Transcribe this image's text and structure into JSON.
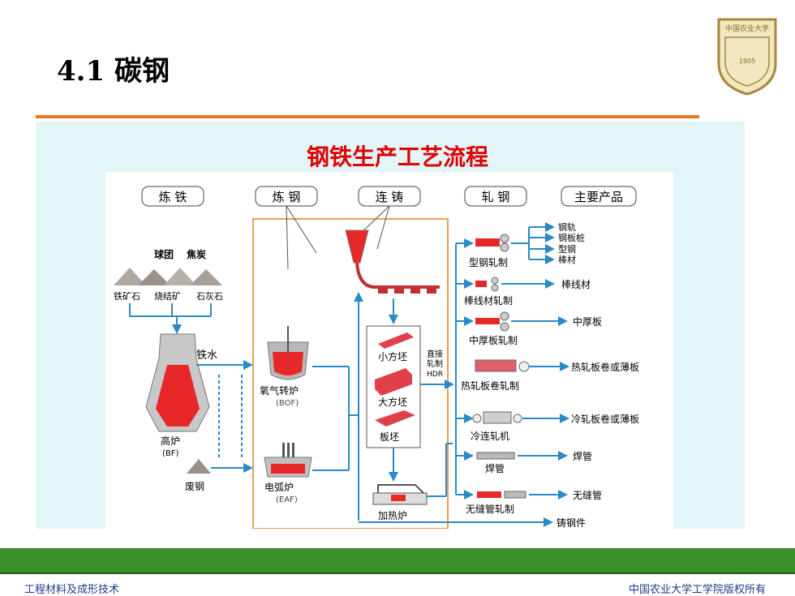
{
  "slide": {
    "title": "4.1 碳钢",
    "diagram_title": "钢铁生产工艺流程",
    "footer_left": "工程材料及成形技术",
    "footer_right": "中国农业大学工学院版权所有"
  },
  "logo": {
    "text": "中国农业大学",
    "year": "1905"
  },
  "stages": [
    "炼 铁",
    "炼 钢",
    "连 铸",
    "轧 钢",
    "主要产品"
  ],
  "raw_materials": {
    "top": [
      "球团",
      "焦炭"
    ],
    "bottom": [
      "铁矿石",
      "烧结矿",
      "石灰石"
    ]
  },
  "furnaces": {
    "iron_water": "铁水",
    "bf_label": "高炉",
    "bf_abbr": "(BF)",
    "scrap": "废钢",
    "bof_label": "氧气转炉",
    "bof_abbr": "(BOF)",
    "eaf_label": "电弧炉",
    "eaf_abbr": "(EAF)"
  },
  "casting": {
    "billet": "小方坯",
    "bloom": "大方坯",
    "slab": "板坯",
    "direct_rolling": [
      "直接",
      "轧制"
    ],
    "hdr": "HDR",
    "reheat": "加热炉"
  },
  "rolling": [
    "型钢轧制",
    "棒线材轧制",
    "中厚板轧制",
    "热轧板卷轧制",
    "冷连轧机",
    "焊管",
    "无缝管轧制"
  ],
  "products": {
    "section": [
      "钢轨",
      "钢板桩",
      "型钢",
      "棒材"
    ],
    "others": [
      "棒线材",
      "中厚板",
      "热轧板卷或薄板",
      "冷轧板卷或薄板",
      "焊管",
      "无缝管",
      "铸钢件"
    ]
  }
}
